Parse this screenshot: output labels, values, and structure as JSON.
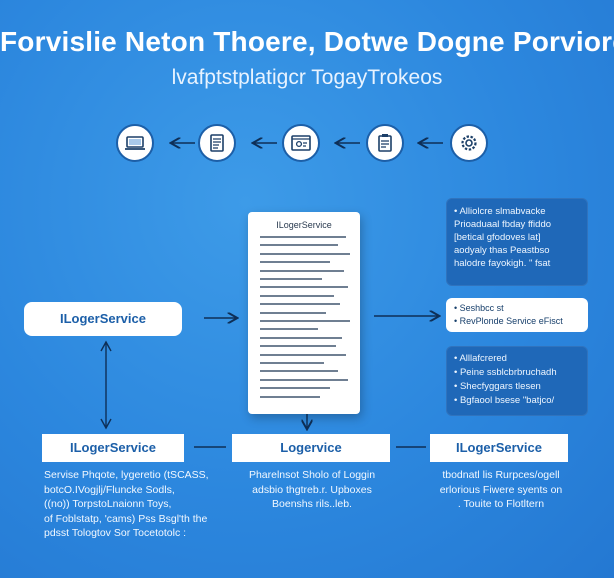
{
  "title": "Forvislie Neton Thoere, Dotwe Dogne Porviore",
  "subtitle": "lvafptstplatigcr TogayTrokeos",
  "icons": [
    "laptop-icon",
    "checklist-icon",
    "code-window-icon",
    "notes-icon",
    "gear-icon"
  ],
  "document": {
    "title": "ILogerService"
  },
  "left_box": {
    "label": "ILogerService"
  },
  "bottom_boxes": [
    {
      "label": "ILogerService"
    },
    {
      "label": "Logervice"
    },
    {
      "label": "ILogerService"
    }
  ],
  "panels": {
    "top": [
      "• Alliolcre slmabvacke",
      "Prioaduaal fbday ffiddo",
      "[betical gfodoves lat]",
      "aodyaly thas Peastbso",
      "halodre fayokigh. \" fsat"
    ],
    "middle": [
      "• Seshbcc st",
      "• RevPlonde Service eFisct"
    ],
    "bottom": [
      "• Alllafcrered",
      "• Peine ssblcbrbruchadh",
      "• Shecfyggars tlesen",
      "• Bgfaool bsese \"batjco/"
    ]
  },
  "descriptions": {
    "left": [
      "Servise Phqote, lygeretio (tSCASS,",
      "botcO.IVogjlj/Fluncke Sodls,",
      "((no)) TorpstoLnaionn Toys,",
      "of Foblstatp, 'cams) Pss Bsgl'th the",
      "pdsst Tologtov Sor Tocetotolc :"
    ],
    "center": [
      "Pharelnsot Sholo of Loggin",
      "adsbio thgtreb.r. Upboxes",
      "Boenshs rils..leb."
    ],
    "right": [
      "tbodnatl lis Rurpces/ogell",
      "erlorious Fiwere syents on",
      ". Touite to Flotltern"
    ]
  }
}
